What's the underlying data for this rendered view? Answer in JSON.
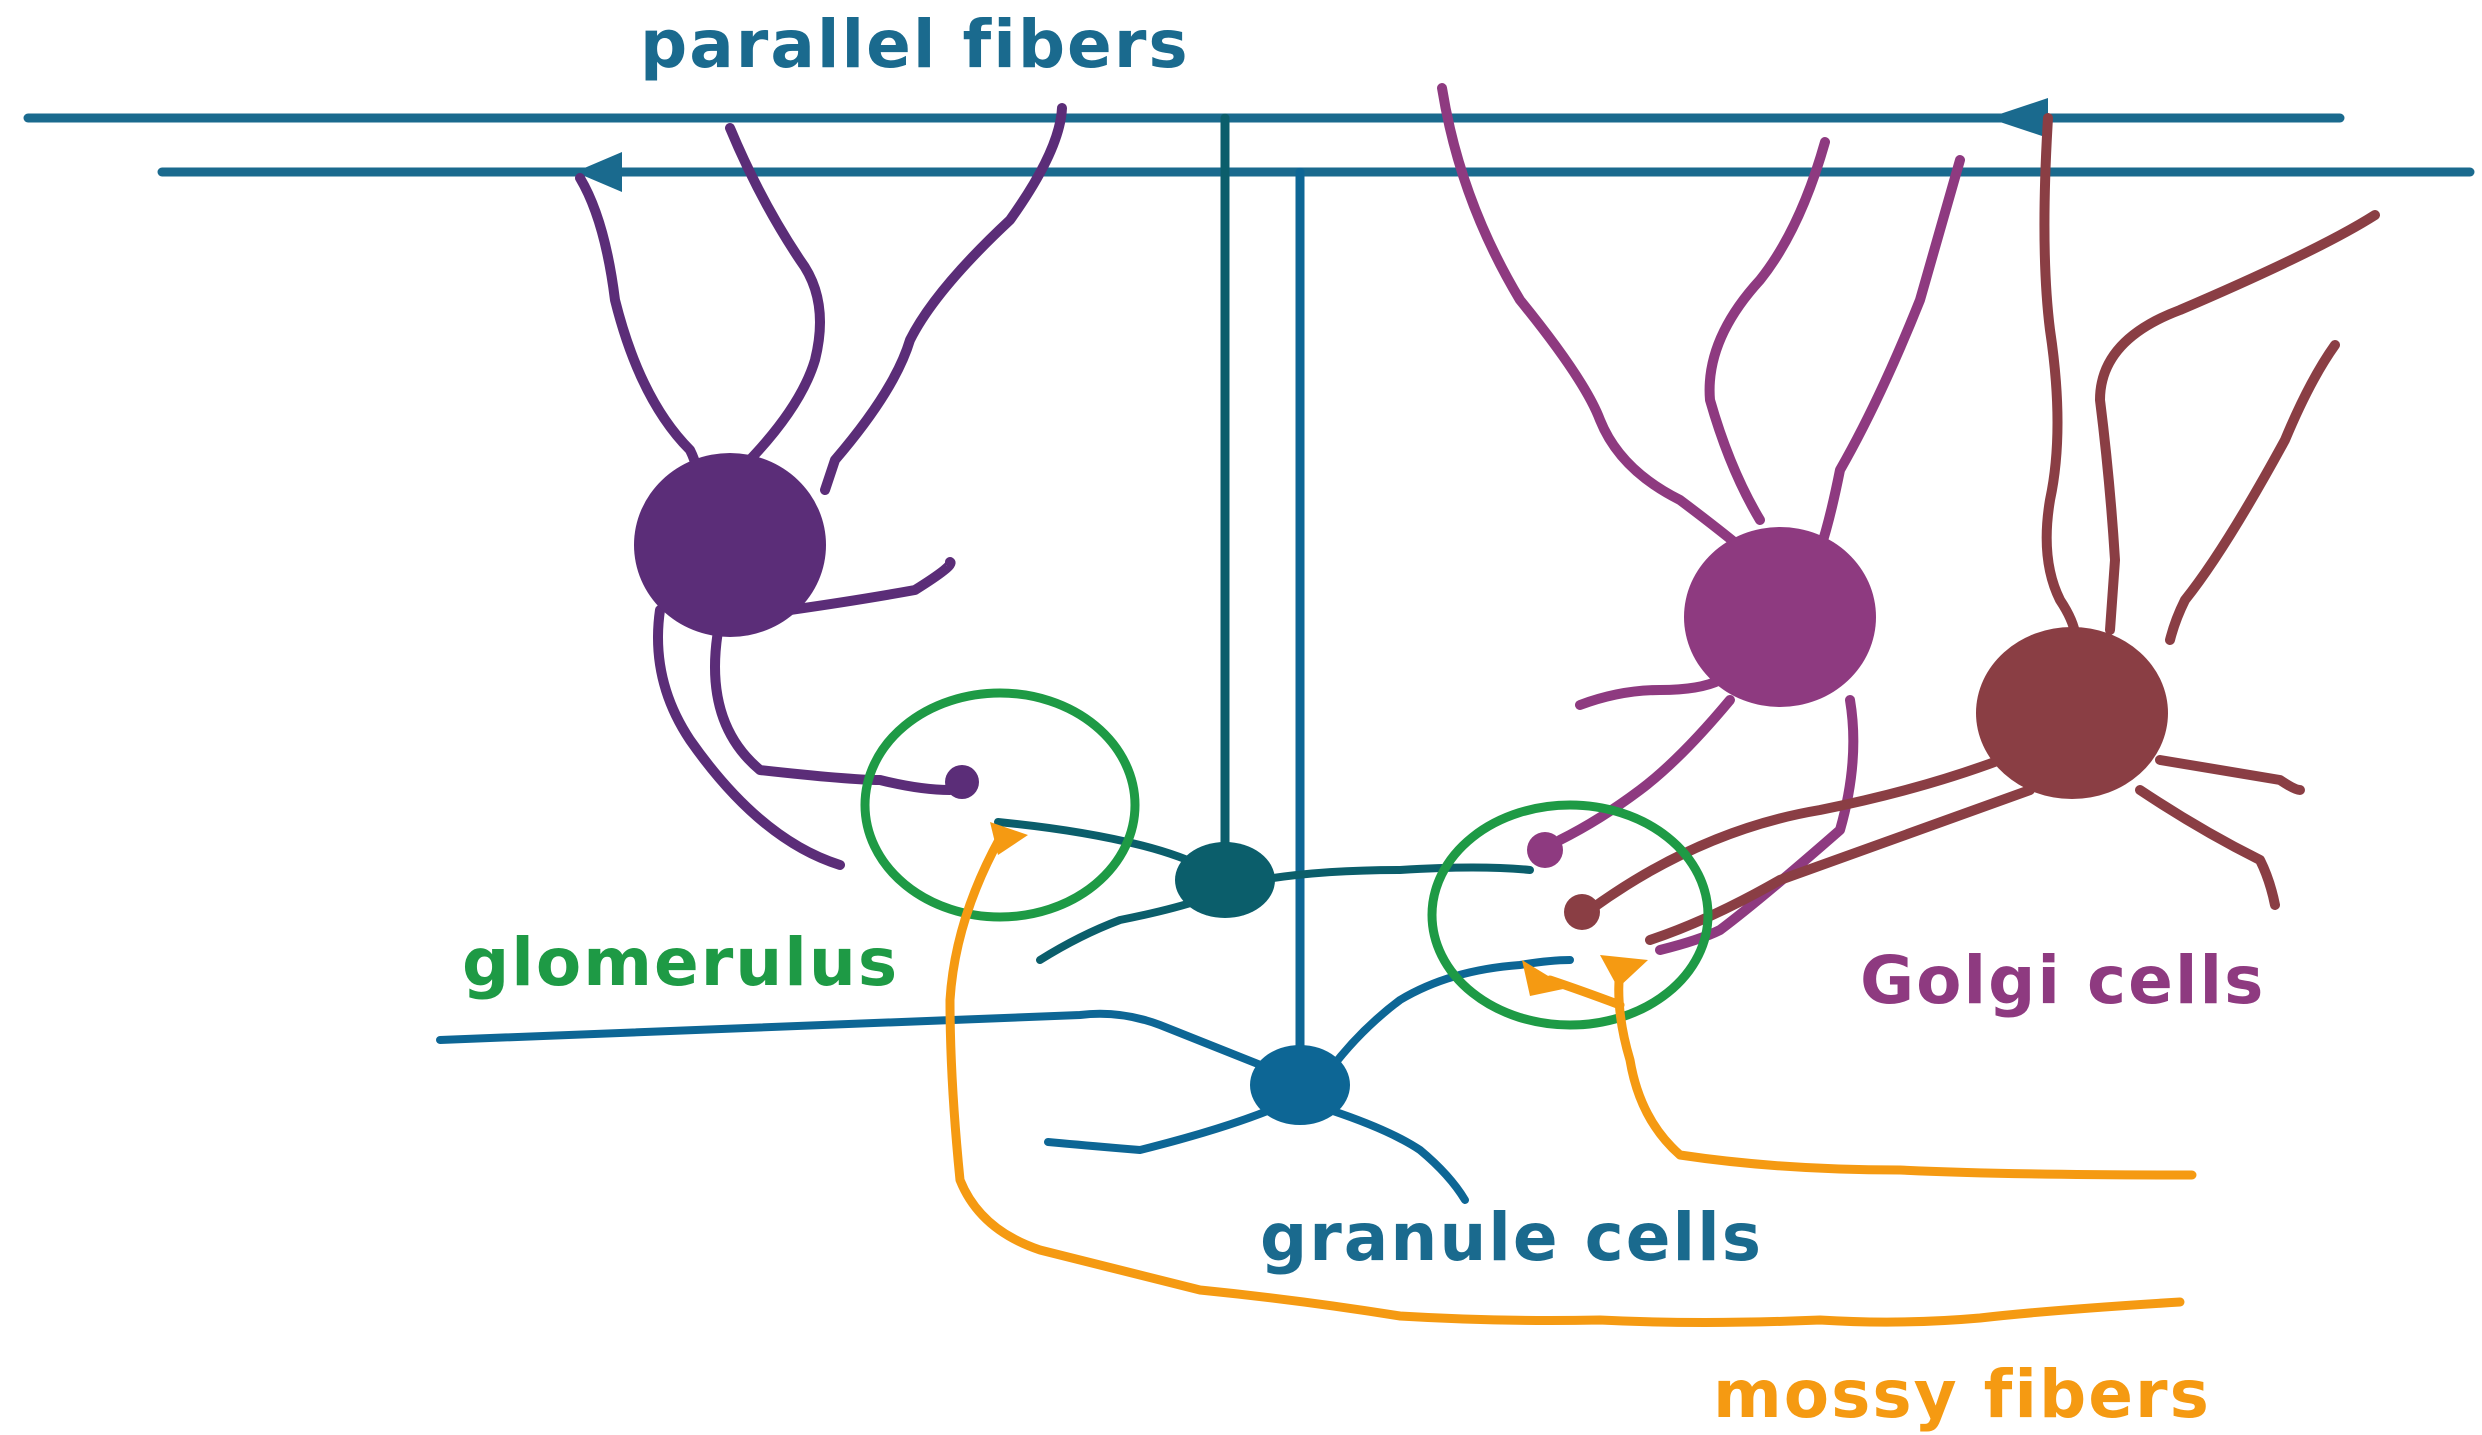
{
  "labels": {
    "parallel_fibers": "parallel fibers",
    "glomerulus": "glomerulus",
    "golgi_cells": "Golgi cells",
    "granule_cells": "granule cells",
    "mossy_fibers": "mossy fibers"
  },
  "colors": {
    "parallel_fiber": "#1a6a8e",
    "granule_cell": "#0d6695",
    "granule_cell_dark": "#0b5e6b",
    "golgi_left": "#5b2d78",
    "golgi_mid": "#8e3a80",
    "golgi_right": "#8a3e44",
    "glomerulus": "#1e9a45",
    "mossy_fiber": "#f59a12",
    "label_blue": "#1a6a8e",
    "label_green": "#1e9a45",
    "label_purple": "#8e3a80",
    "label_orange": "#f59a12"
  }
}
